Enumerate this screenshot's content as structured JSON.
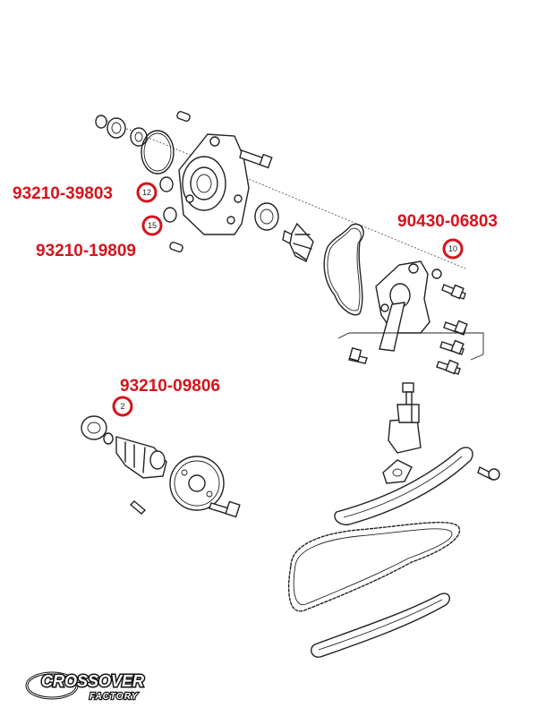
{
  "callouts": [
    {
      "part_number": "93210-39803",
      "ref": "12"
    },
    {
      "part_number": "93210-19809",
      "ref": "15"
    },
    {
      "part_number": "90430-06803",
      "ref": "10"
    },
    {
      "part_number": "93210-09806",
      "ref": "2"
    }
  ],
  "logo": {
    "line1": "CROSSOVER",
    "line2": "FACTORY"
  },
  "colors": {
    "accent": "#d4141c",
    "ink": "#222222",
    "background": "#ffffff"
  }
}
